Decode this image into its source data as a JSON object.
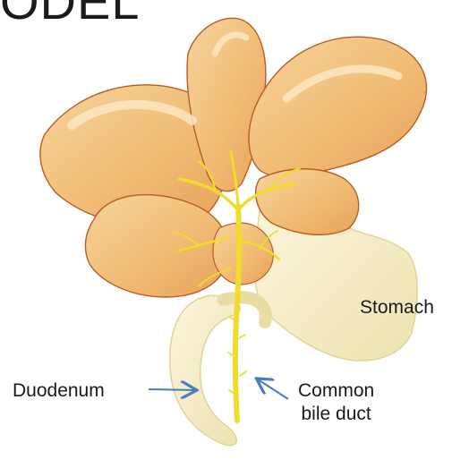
{
  "title": "ODEL",
  "labels": {
    "stomach": "Stomach",
    "duodenum": "Duodenum",
    "common_bile_duct_line1": "Common",
    "common_bile_duct_line2": "bile duct"
  },
  "colors": {
    "liver_fill": "#f3c889",
    "liver_edge": "#c96a2a",
    "liver_highlight": "#fbe6c1",
    "stomach_fill": "#f7efc9",
    "bile_duct": "#f1df2a",
    "arrow": "#4a7cc0"
  }
}
